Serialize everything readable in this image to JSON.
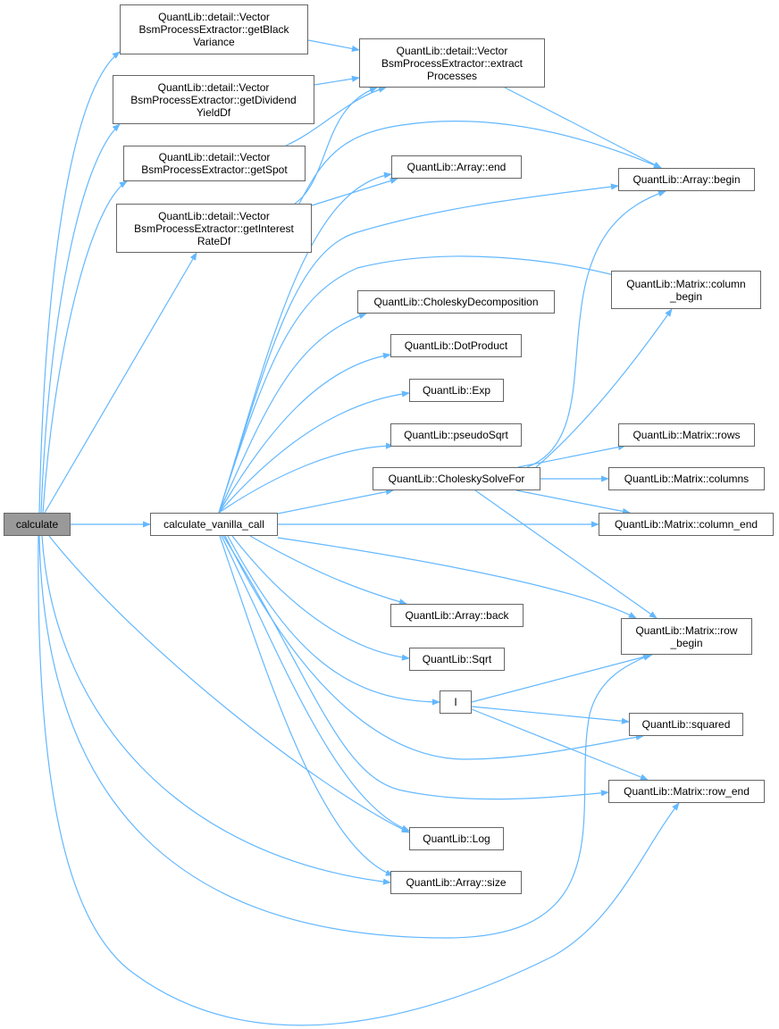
{
  "nodes": {
    "calculate": "calculate",
    "calculate_vanilla_call": "calculate_vanilla_call",
    "getBlackVariance": "QuantLib::detail::Vector\nBsmProcessExtractor::getBlack\nVariance",
    "getDividendYieldDf": "QuantLib::detail::Vector\nBsmProcessExtractor::getDividend\nYieldDf",
    "getSpot": "QuantLib::detail::Vector\nBsmProcessExtractor::getSpot",
    "getInterestRateDf": "QuantLib::detail::Vector\nBsmProcessExtractor::getInterest\nRateDf",
    "extractProcesses": "QuantLib::detail::Vector\nBsmProcessExtractor::extract\nProcesses",
    "array_end": "QuantLib::Array::end",
    "array_begin": "QuantLib::Array::begin",
    "matrix_column_begin": "QuantLib::Matrix::column\n_begin",
    "cholesky_decomposition": "QuantLib::CholeskyDecomposition",
    "dot_product": "QuantLib::DotProduct",
    "exp": "QuantLib::Exp",
    "pseudo_sqrt": "QuantLib::pseudoSqrt",
    "cholesky_solve_for": "QuantLib::CholeskySolveFor",
    "matrix_rows": "QuantLib::Matrix::rows",
    "matrix_columns": "QuantLib::Matrix::columns",
    "matrix_column_end": "QuantLib::Matrix::column_end",
    "array_back": "QuantLib::Array::back",
    "matrix_row_begin": "QuantLib::Matrix::row\n_begin",
    "sqrt": "QuantLib::Sqrt",
    "identity": "I",
    "squared": "QuantLib::squared",
    "matrix_row_end": "QuantLib::Matrix::row_end",
    "log": "QuantLib::Log",
    "array_size": "QuantLib::Array::size"
  },
  "colors": {
    "edge": "#63b8ff",
    "root_fill": "#999999",
    "border": "#666666"
  }
}
